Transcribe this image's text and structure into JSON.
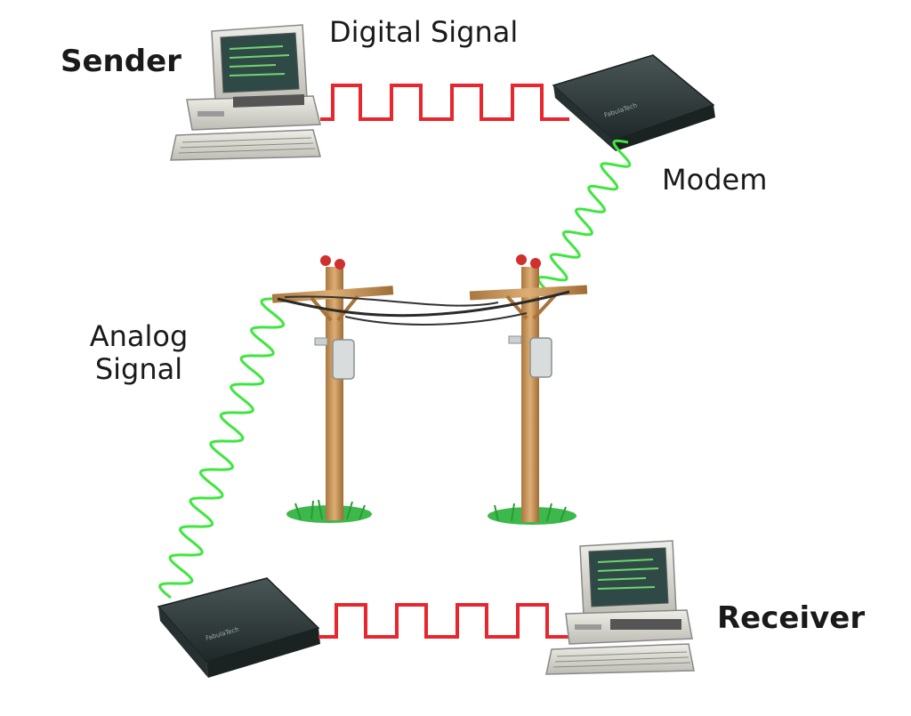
{
  "labels": {
    "sender": "Sender",
    "digital_signal": "Digital Signal",
    "modem": "Modem",
    "analog_signal_line1": "Analog",
    "analog_signal_line2": "Signal",
    "receiver": "Receiver"
  },
  "colors": {
    "digital_signal": "#e8262e",
    "analog_signal": "#3fe63f",
    "pole_wood": "#c9955a",
    "modem_body": "#2e3a3a",
    "computer_beige": "#dcdcd4",
    "screen": "#2f4a46",
    "grass": "#3db84a"
  },
  "icons": {
    "sender": "desktop-computer-icon",
    "top_modem": "modem-icon",
    "bottom_modem": "modem-icon",
    "receiver": "desktop-computer-icon",
    "poles": "utility-pole-icon"
  }
}
